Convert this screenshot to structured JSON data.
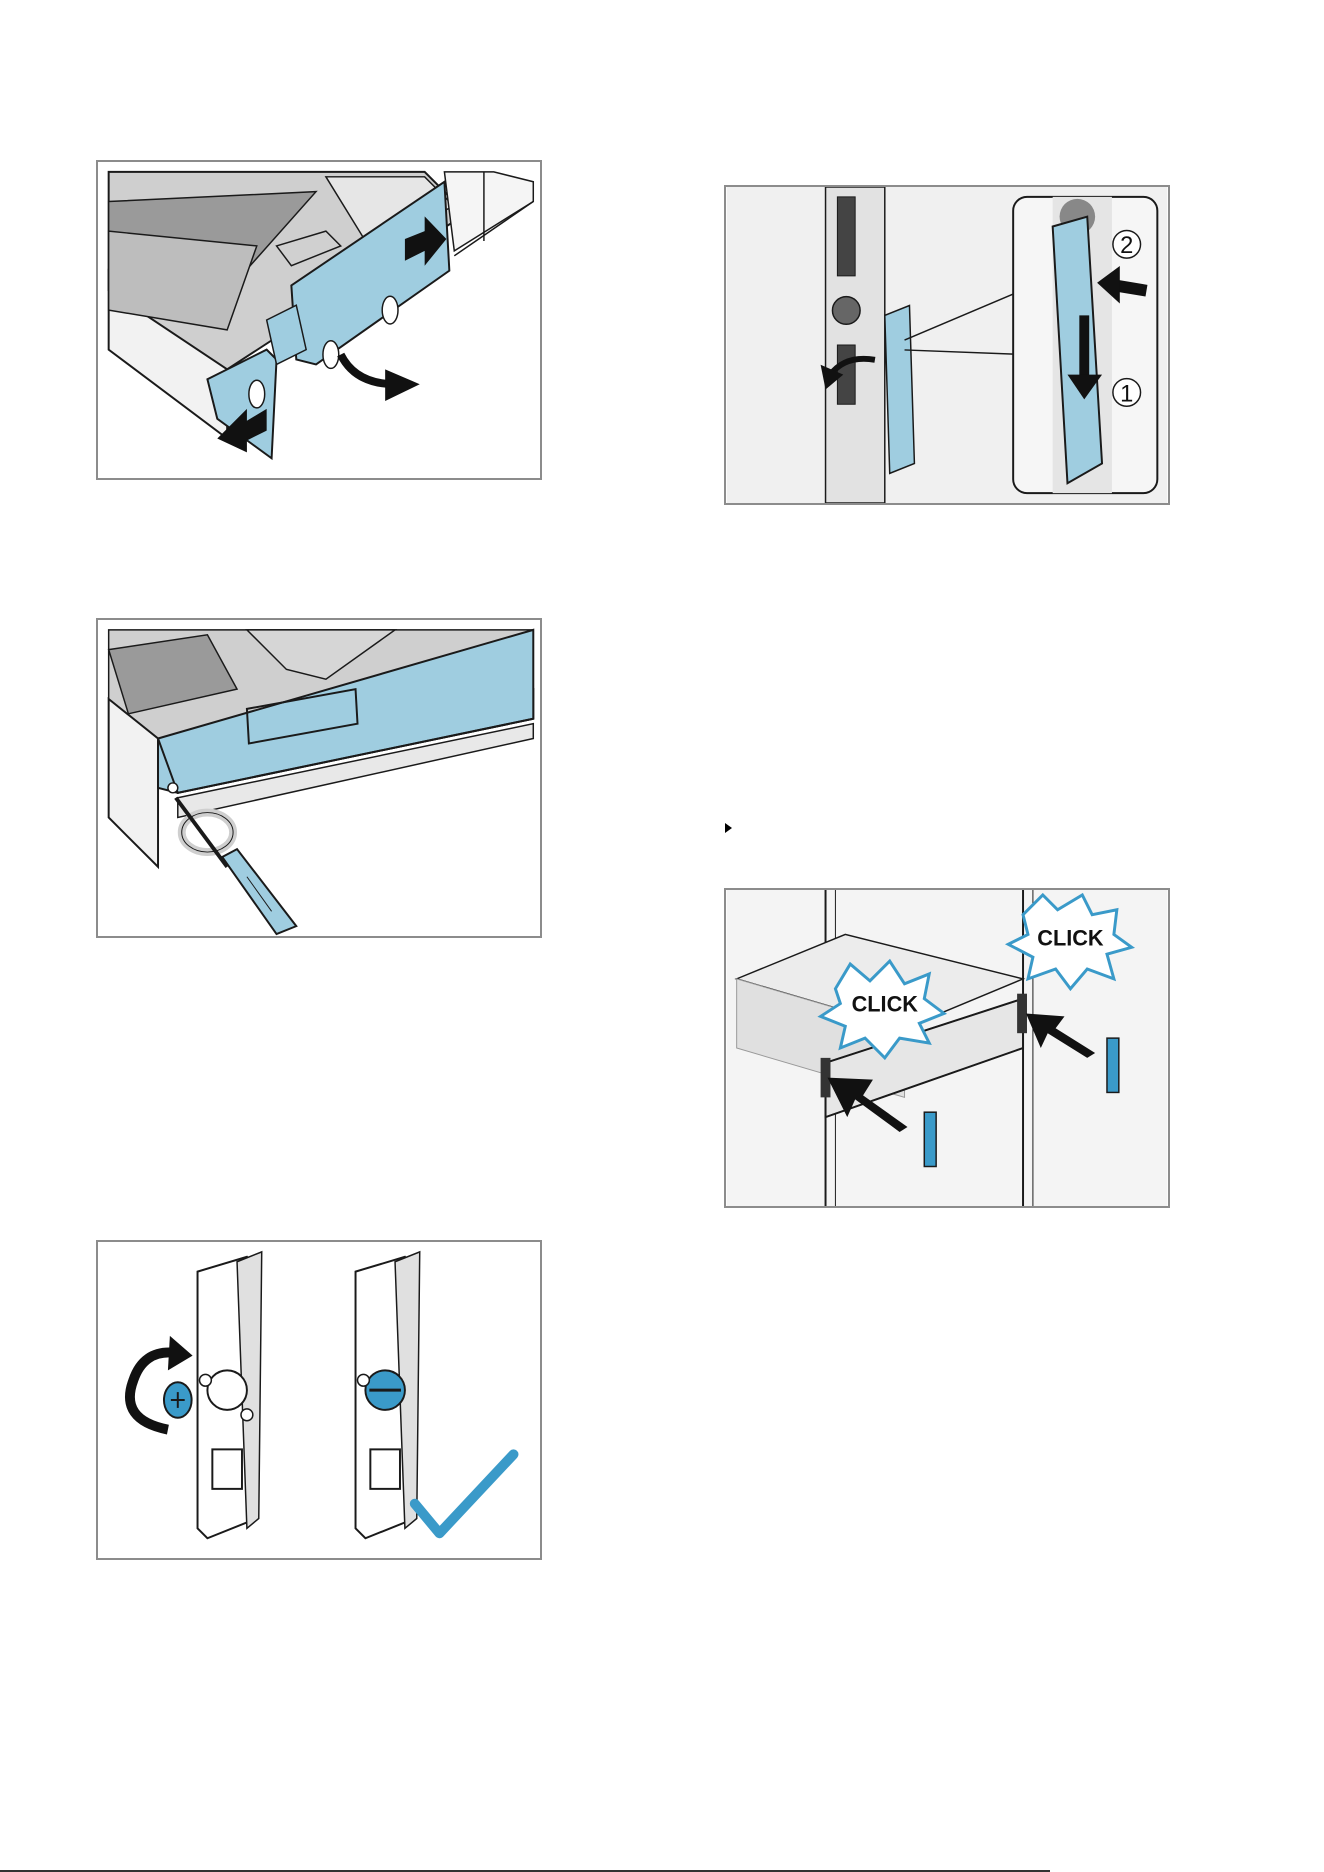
{
  "figures": {
    "step_numbers": [
      "2",
      "1"
    ],
    "click_labels": [
      "CLICK",
      "CLICK"
    ]
  },
  "colors": {
    "accent_blue": "#9fcde0",
    "accent_blue_dark": "#3a9ac9",
    "outline": "#1a1a1a",
    "gray_panel": "#d9d9d9",
    "frame": "#8c8c8c"
  },
  "icons": [
    "bullet-triangle-icon",
    "checkmark-icon",
    "arrow-icon",
    "screwdriver-icon",
    "click-burst-icon"
  ]
}
